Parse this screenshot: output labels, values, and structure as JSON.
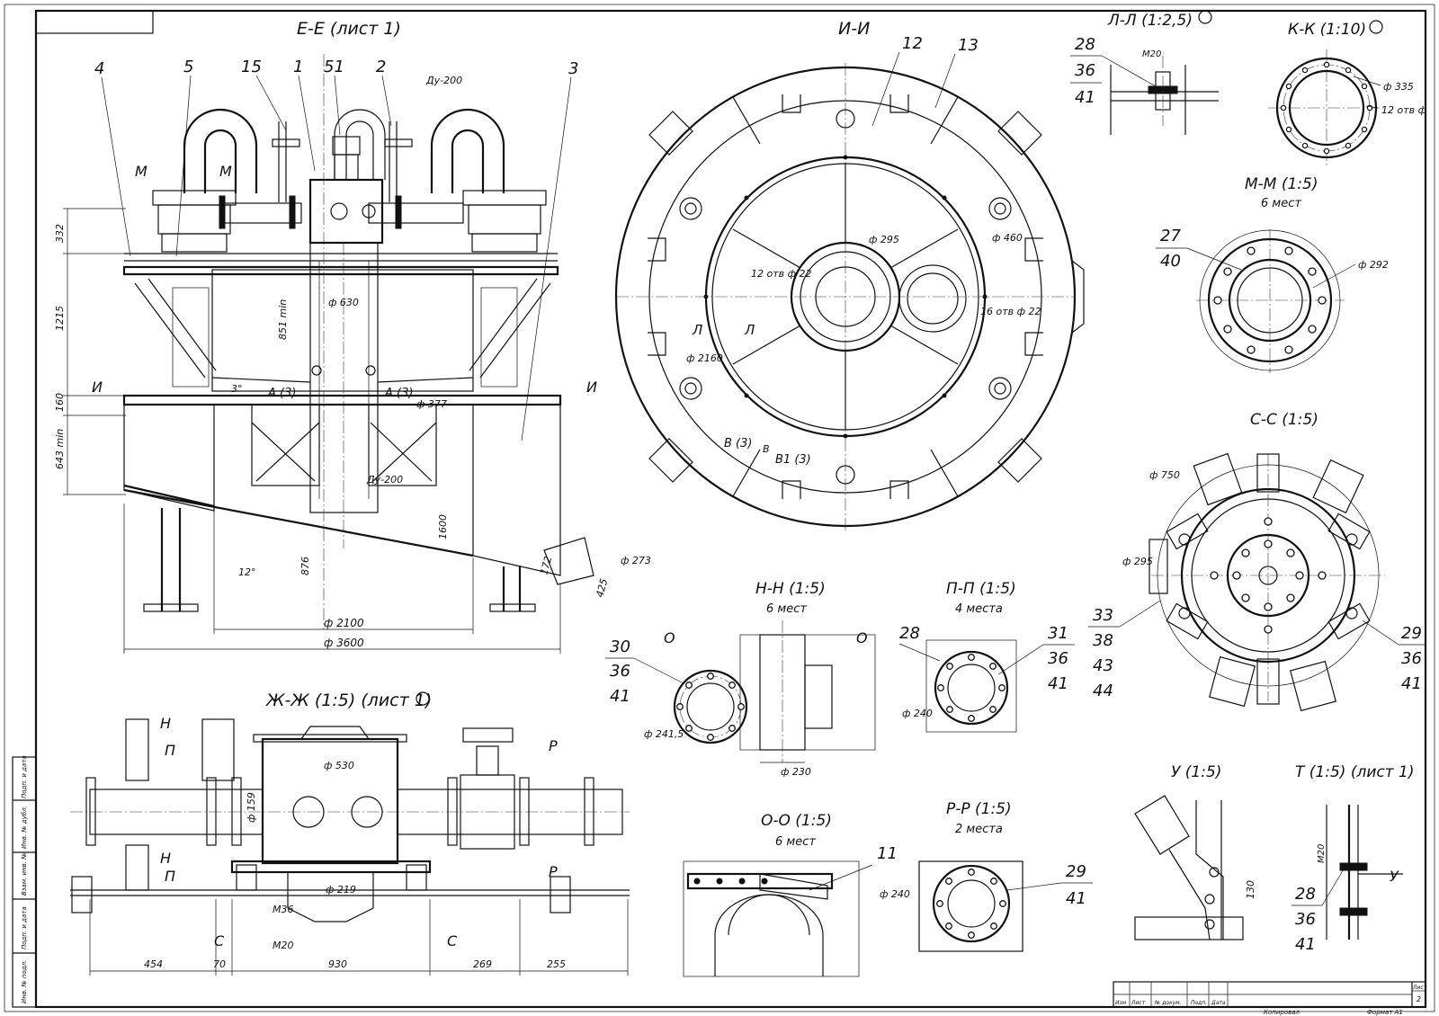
{
  "views": {
    "ee": {
      "title": "Е-Е (лист 1)",
      "section_mark": "М",
      "section_mark_i": "И"
    },
    "ii": {
      "title": "И-И"
    },
    "ll": {
      "title": "Л-Л (1:2,5)"
    },
    "kk": {
      "title": "К-К (1:10)"
    },
    "mm": {
      "title": "М-М (1:5)",
      "subtitle": "6 мест"
    },
    "cc": {
      "title": "С-С (1:5)"
    },
    "zhzh": {
      "title": "Ж-Ж (1:5) (лист 1)"
    },
    "nn": {
      "title": "Н-Н (1:5)",
      "subtitle": "6 мест"
    },
    "pp": {
      "title": "П-П (1:5)",
      "subtitle": "4 места"
    },
    "oo": {
      "title": "О-О (1:5)",
      "subtitle": "6 мест"
    },
    "rr": {
      "title": "Р-Р (1:5)",
      "subtitle": "2 места"
    },
    "u": {
      "title": "У (1:5)"
    },
    "t": {
      "title": "Т (1:5) (лист 1)"
    }
  },
  "callouts": {
    "c4": "4",
    "c5": "5",
    "c15": "15",
    "c1": "1",
    "c51": "51",
    "c2": "2",
    "c3": "3",
    "c12": "12",
    "c13": "13",
    "ll_28": "28",
    "ll_36": "36",
    "ll_41": "41",
    "mm_27": "27",
    "mm_40": "40",
    "cc_33": "33",
    "cc_38": "38",
    "cc_43": "43",
    "cc_44": "44",
    "cc_29": "29",
    "cc_36": "36",
    "cc_41": "41",
    "nn_30": "30",
    "nn_36": "36",
    "nn_41": "41",
    "pp_28": "28",
    "pp_31": "31",
    "pp_36": "36",
    "pp_41": "41",
    "oo_11": "11",
    "rr_29": "29",
    "rr_41": "41",
    "t_28": "28",
    "t_36": "36",
    "t_41": "41"
  },
  "dimensions": {
    "du200_top": "Ду-200",
    "d332": "332",
    "d1215": "1215",
    "d160": "160",
    "d643": "643 min",
    "d851": "851 min",
    "d630": "ф 630",
    "d377": "ф 377",
    "du200_mid": "Ду-200",
    "d1600": "1600",
    "d876": "876",
    "d12deg": "12°",
    "d3deg": "3°",
    "d172": "172",
    "d425": "425",
    "d273": "ф 273",
    "d2100": "ф 2100",
    "d3600": "ф 3600",
    "a3_left": "А (3)",
    "a3_right": "А (3)",
    "ii_295": "ф 295",
    "ii_460": "ф 460",
    "ii_12holes": "12 отв ф 22",
    "ii_16holes": "16 отв ф 22",
    "ii_2160": "ф 2160",
    "ii_b3": "В (3)",
    "ii_b13": "В1 (3)",
    "ii_v": "В",
    "ii_l": "Л",
    "ll_m20": "М20",
    "kk_335": "ф 335",
    "kk_12holes": "12 отв ф",
    "mm_292": "ф 292",
    "cc_750": "ф 750",
    "cc_295": "ф 295",
    "zh_530": "ф 530",
    "zh_159": "ф 159",
    "zh_219": "ф 219",
    "zh_m36": "М36",
    "zh_m20": "М20",
    "zh_454": "454",
    "zh_70": "70",
    "zh_930": "930",
    "zh_269": "269",
    "zh_255": "255",
    "zh_n": "Н",
    "zh_p": "П",
    "zh_r": "Р",
    "zh_c": "С",
    "nn_2415": "ф 241,5",
    "nn_230": "ф 230",
    "nn_o": "О",
    "pp_240": "ф 240",
    "rr_240": "ф 240",
    "u_130": "130",
    "t_m20": "М20",
    "t_u": "У"
  },
  "title_block": {
    "sheet_label": "Лист",
    "sheet_no": "2",
    "columns": [
      "Изм",
      "Лист",
      "№ докум.",
      "Подп.",
      "Дата"
    ],
    "copied": "Копировал",
    "format": "Формат А1"
  },
  "side_stamp": [
    "Подп. и дата",
    "Инв. № дубл.",
    "Взам. инв. №",
    "Подп. и дата",
    "Инв. № подл."
  ]
}
